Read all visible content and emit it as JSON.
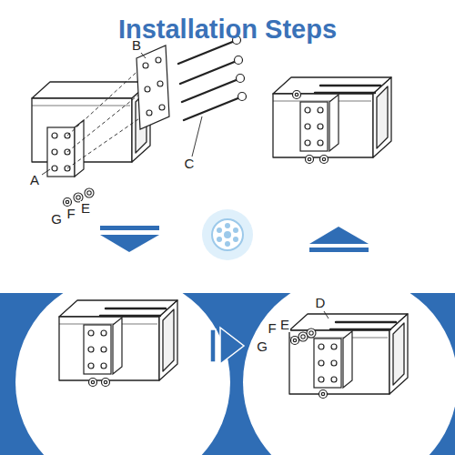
{
  "diagram": {
    "title": "Installation Steps",
    "labels": [
      "B",
      "C",
      "A",
      "G",
      "F",
      "E",
      "D",
      "F",
      "E",
      "G"
    ]
  }
}
